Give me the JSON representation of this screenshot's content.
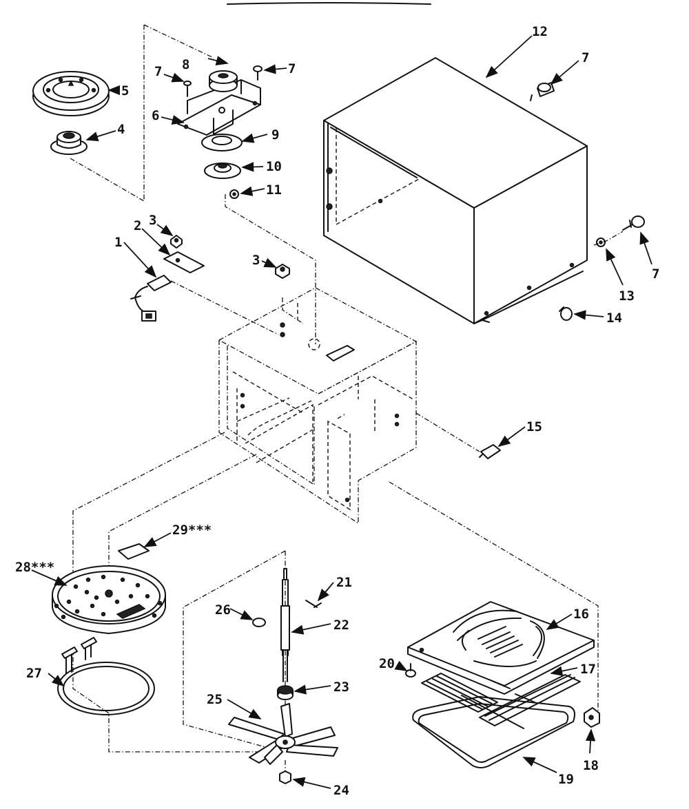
{
  "labels": {
    "p1": "1",
    "p2": "2",
    "p3a": "3",
    "p3b": "3",
    "p4": "4",
    "p5": "5",
    "p6": "6",
    "p7a": "7",
    "p7b": "7",
    "p7c": "7",
    "p7d": "7",
    "p8": "8",
    "p9": "9",
    "p10": "10",
    "p11": "11",
    "p12": "12",
    "p13": "13",
    "p14": "14",
    "p15": "15",
    "p16": "16",
    "p17": "17",
    "p18": "18",
    "p19": "19",
    "p20": "20",
    "p21": "21",
    "p22": "22",
    "p23": "23",
    "p24": "24",
    "p25": "25",
    "p26": "26",
    "p27": "27",
    "p28": "28***",
    "p29": "29***"
  }
}
